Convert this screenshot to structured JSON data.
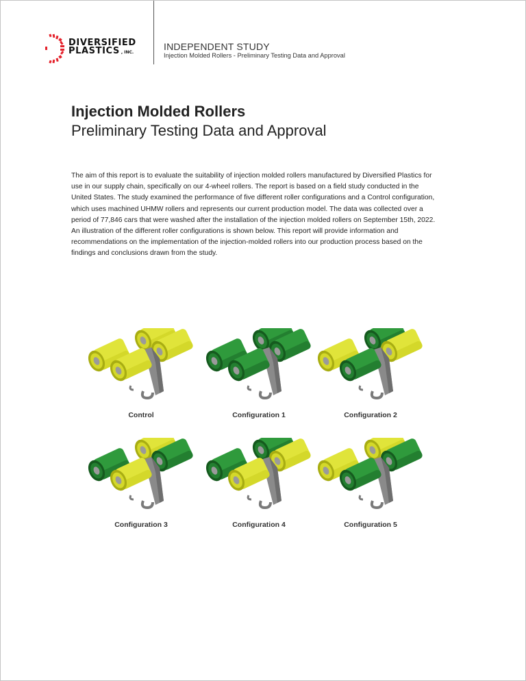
{
  "header": {
    "logo": {
      "line1": "DIVERSIFIED",
      "line2": "PLASTICS",
      "suffix": ", INC.",
      "icon": "gear-icon",
      "brand_color": "#e4202a"
    },
    "section_title": "INDEPENDENT STUDY",
    "section_subtitle": "Injection Molded Rollers - Preliminary Testing Data and Approval"
  },
  "document": {
    "title": "Injection Molded Rollers",
    "subtitle": "Preliminary Testing Data and Approval",
    "intro": "The aim of this report is to evaluate the suitability of injection molded rollers manufactured by Diversified Plastics for use in our supply chain, specifically on our 4-wheel rollers. The report is based on a field study conducted in the United States. The study examined the performance of five different roller configurations and a Control configuration, which uses machined UHMW rollers and represents our current production model. The data was collected over a period of 77,846 cars that were washed after the installation of the injection molded rollers on September 15th, 2022. An illustration of the different roller configurations is shown below. This report will provide information and recommendations on the implementation of the injection-molded rollers into our production process based on the findings and conclusions drawn from the study."
  },
  "colors": {
    "yellow": "#c9cf1d",
    "green": "#1f7a2b",
    "bracket": "#8a8a8a"
  },
  "figures": [
    {
      "label": "Control",
      "rollers": [
        "yellow",
        "yellow",
        "yellow",
        "yellow"
      ]
    },
    {
      "label": "Configuration 1",
      "rollers": [
        "green",
        "green",
        "green",
        "green"
      ]
    },
    {
      "label": "Configuration 2",
      "rollers": [
        "green",
        "yellow",
        "yellow",
        "green"
      ]
    },
    {
      "label": "Configuration 3",
      "rollers": [
        "yellow",
        "green",
        "green",
        "yellow"
      ]
    },
    {
      "label": "Configuration 4",
      "rollers": [
        "green",
        "yellow",
        "green",
        "yellow"
      ]
    },
    {
      "label": "Configuration 5",
      "rollers": [
        "yellow",
        "green",
        "yellow",
        "green"
      ]
    }
  ]
}
